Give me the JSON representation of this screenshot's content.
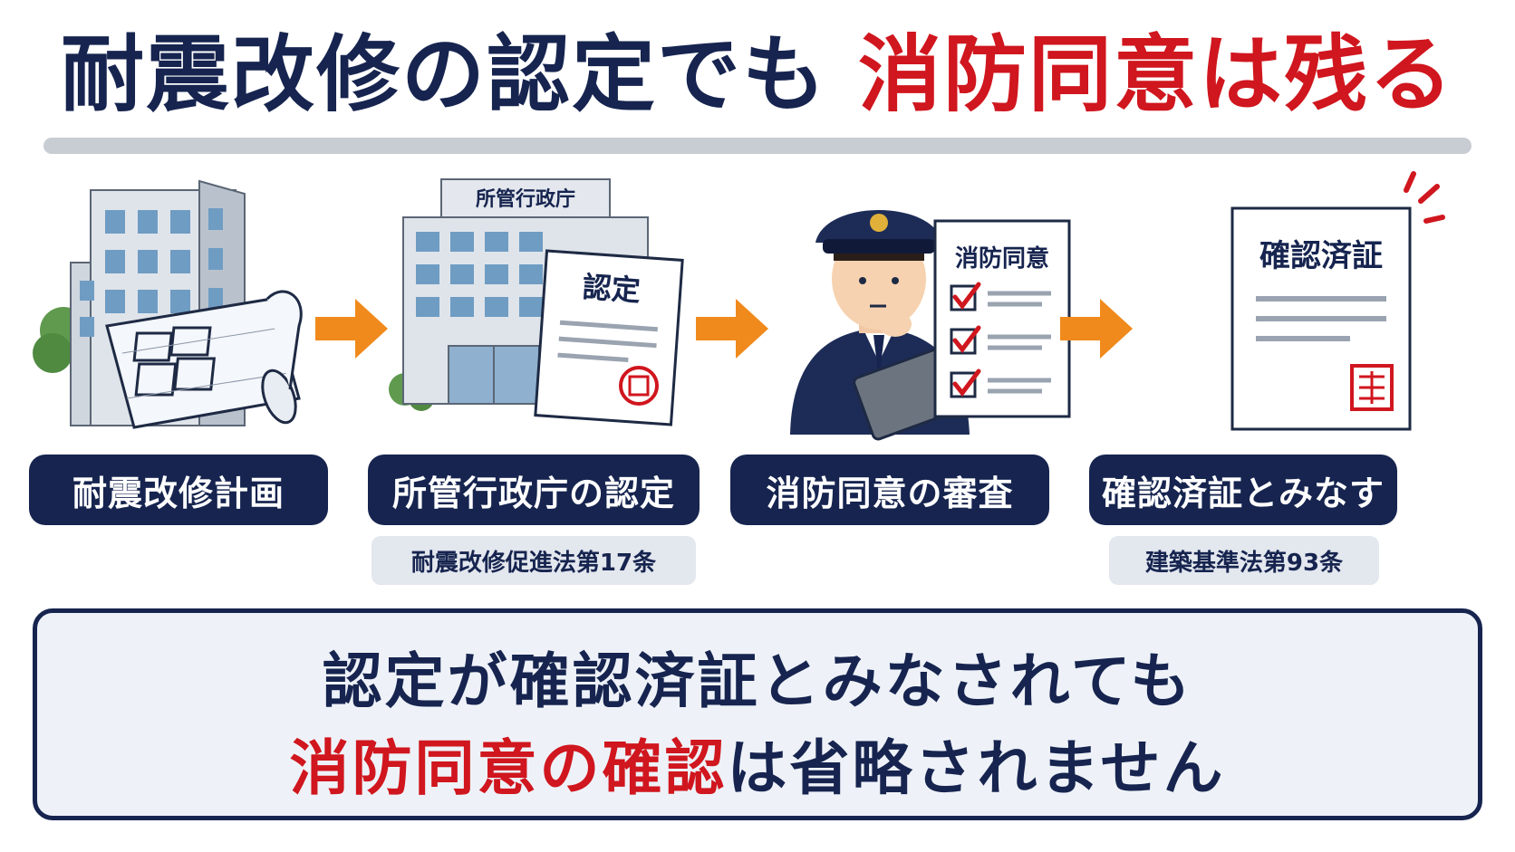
{
  "title": {
    "part1": "耐震改修の認定でも",
    "part2": "消防同意は残る"
  },
  "steps": [
    {
      "label": "耐震改修計画",
      "law": ""
    },
    {
      "label": "所管行政庁の認定",
      "law": "耐震改修促進法第17条",
      "sign": "所管行政庁",
      "doc_title": "認定"
    },
    {
      "label": "消防同意の審査",
      "law": "",
      "doc_title": "消防同意"
    },
    {
      "label": "確認済証とみなす",
      "law": "建築基準法第93条",
      "doc_title": "確認済証"
    }
  ],
  "conclusion": {
    "line1": "認定が確認済証とみなされても",
    "line2_red": "消防同意の確認",
    "line2_dark": "は省略されません"
  },
  "colors": {
    "navy": "#16244f",
    "red": "#d0161e",
    "orange": "#f08a1c",
    "gray_rule": "#c8ccd3",
    "badge_bg": "#e3e7ee",
    "box_bg": "#eef2f8"
  },
  "icons": [
    "building-icon",
    "blueprint-icon",
    "government-office-icon",
    "certificate-icon",
    "firefighter-icon",
    "checklist-icon",
    "confirmation-certificate-icon",
    "arrow-right-icon",
    "seal-icon"
  ]
}
